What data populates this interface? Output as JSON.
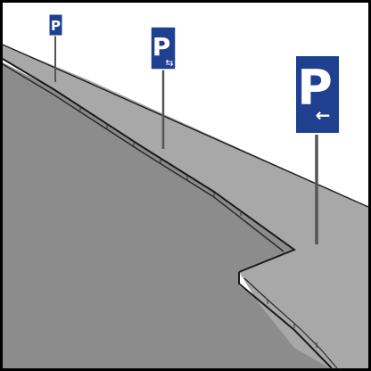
{
  "scene": {
    "description_visible_text": "",
    "colors": {
      "sky": "#ffffff",
      "frame": "#000000",
      "sidewalk": "#a8a8a8",
      "road": "#8c8c8c",
      "curb_line": "#1a1a1a",
      "sign_blue": "#1f3f8f",
      "sign_border": "#ffffff",
      "pole": "#555555"
    }
  },
  "signs": [
    {
      "id": "far",
      "letter": "P",
      "arrow": "",
      "arrow_icon": "none"
    },
    {
      "id": "middle",
      "letter": "P",
      "arrow": "⇆",
      "arrow_icon": "bidirectional-arrow-icon"
    },
    {
      "id": "near",
      "letter": "P",
      "arrow": "←",
      "arrow_icon": "left-arrow-icon"
    }
  ]
}
